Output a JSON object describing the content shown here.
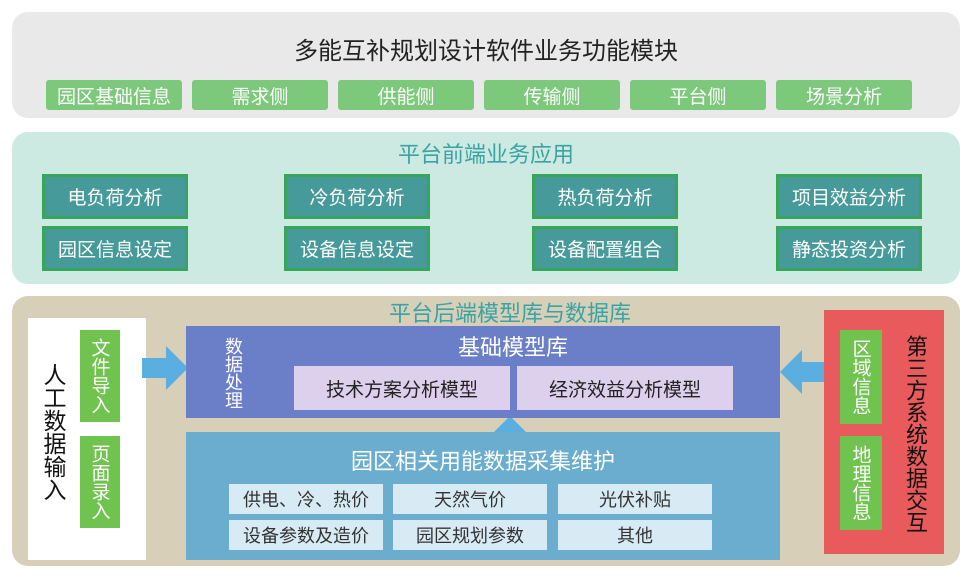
{
  "top_module": {
    "title": "多能互补规划设计软件业务功能模块",
    "tags": [
      "园区基础信息",
      "需求侧",
      "供能侧",
      "传输侧",
      "平台侧",
      "场景分析"
    ]
  },
  "frontend": {
    "title": "平台前端业务应用",
    "row1": [
      "电负荷分析",
      "冷负荷分析",
      "热负荷分析",
      "项目效益分析"
    ],
    "row2": [
      "园区信息设定",
      "设备信息设定",
      "设备配置组合",
      "静态投资分析"
    ]
  },
  "backend": {
    "title": "平台后端模型库与数据库",
    "manual_input": {
      "label": "人工数据输入",
      "items": [
        "文件导入",
        "页面录入"
      ]
    },
    "base_library": {
      "side_label": "数据处理",
      "title": "基础模型库",
      "models": [
        "技术方案分析模型",
        "经济效益分析模型"
      ]
    },
    "collection": {
      "title": "园区相关用能数据采集维护",
      "row1": [
        "供电、冷、热价",
        "天然气价",
        "光伏补贴"
      ],
      "row2": [
        "设备参数及造价",
        "园区规划参数",
        "其他"
      ]
    },
    "third_party": {
      "label": "第三方系统数据交互",
      "items": [
        "区域信息",
        "地理信息"
      ]
    }
  },
  "colors": {
    "panel_top": "#e9e9e9",
    "tag_green": "#7cc97c",
    "panel_front": "#cdeae2",
    "box_teal": "#469a9a",
    "panel_back": "#d7cfb8",
    "base_blue": "#6b7fc9",
    "collect_blue": "#6aadcf",
    "third_red": "#e95a5c",
    "arrow_blue": "#5aaee0"
  }
}
